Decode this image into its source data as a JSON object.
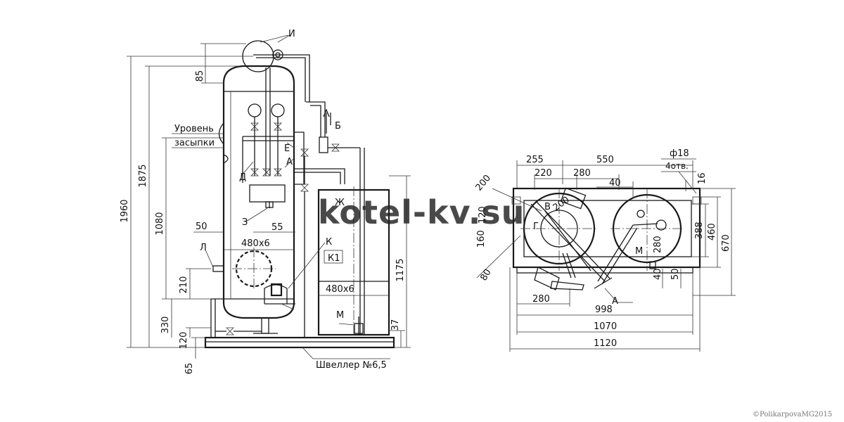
{
  "front_view": {
    "dim_total_height": "1960",
    "dim_body_height": "1875",
    "dim_top": "85",
    "dim_inner_height": "1080",
    "dim_level_210": "210",
    "dim_level_330": "330",
    "dim_base_120": "120",
    "dim_base_65": "65",
    "dim_tank_height": "1175",
    "dim_tank_37": "37",
    "dim_50": "50",
    "dim_55": "55",
    "dim_hatch": "480x6",
    "dim_tank_hatch": "480x6",
    "label_level_line1": "Уровень",
    "label_level_line2": "засыпки",
    "label_channel": "Швеллер №6,5",
    "marker_i": "И",
    "marker_b": "Б",
    "marker_e": "Е",
    "marker_a": "А",
    "marker_d": "Д",
    "marker_z": "З",
    "marker_zh": "Ж",
    "marker_l": "Л",
    "marker_k": "К",
    "marker_k1": "К1",
    "marker_m": "М"
  },
  "plan_view": {
    "dim_255": "255",
    "dim_550": "550",
    "dim_220": "220",
    "dim_280_top": "280",
    "dim_40_top": "40",
    "dim_200_a": "200",
    "dim_200_b": "200",
    "dim_120": "120",
    "dim_160": "160",
    "dim_80": "80",
    "dim_280_bottom": "280",
    "dim_998": "998",
    "dim_1070": "1070",
    "dim_1120": "1120",
    "dim_hole": "ф18",
    "dim_holes_count": "4отв.",
    "dim_16": "16",
    "dim_388": "388",
    "dim_460": "460",
    "dim_670": "670",
    "dim_280_right": "280",
    "dim_40_right": "40",
    "dim_50_right": "50",
    "marker_v": "В",
    "marker_g": "Г",
    "marker_m": "М",
    "marker_a": "А"
  },
  "watermark": "kotel-kv.su",
  "copyright": "©PolikarpovaMG2015"
}
